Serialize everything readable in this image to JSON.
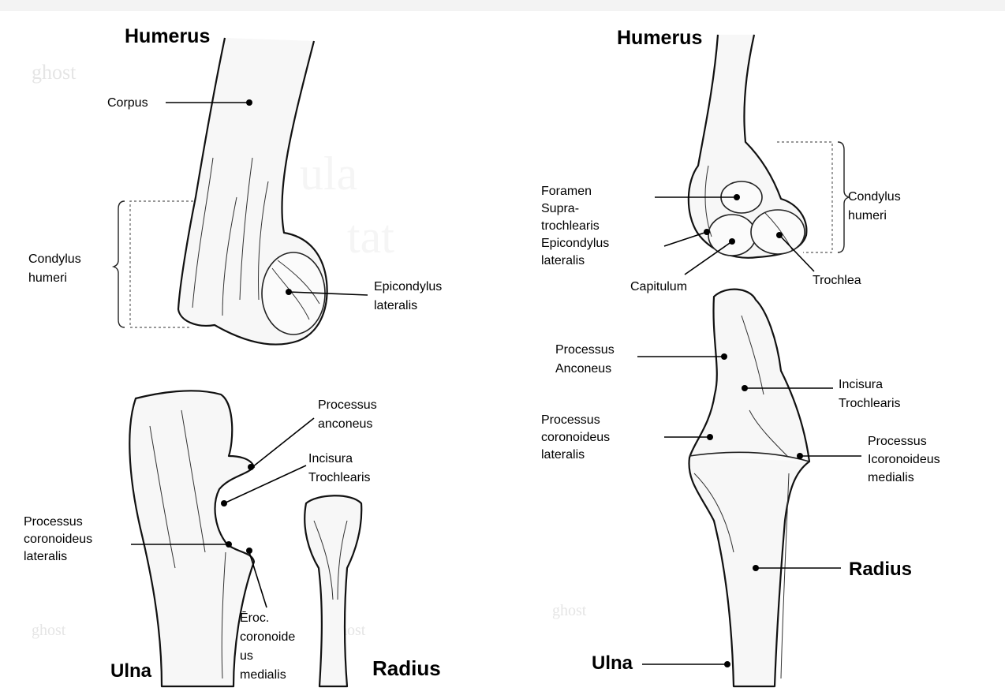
{
  "left": {
    "humerus_title": "Humerus",
    "ulna_title": "Ulna",
    "radius_title": "Radius",
    "labels": {
      "corpus": "Corpus",
      "condylus": [
        "Condylus",
        "humeri"
      ],
      "epicondylus": [
        "Epicondylus",
        "lateralis"
      ],
      "proc_anconeus": [
        "Processus",
        "anconeus"
      ],
      "incisura": [
        "Incisura",
        "Trochlearis"
      ],
      "proc_coron_lat": [
        "Processus",
        "coronoideus",
        "lateralis"
      ],
      "proc_coron_med": [
        "Ēroc.",
        "coronoide",
        "us",
        "medialis"
      ]
    }
  },
  "right": {
    "humerus_title": "Humerus",
    "ulna_title": "Ulna",
    "radius_title": "Radius",
    "labels": {
      "foramen": [
        "Foramen",
        "Supra-",
        "trochlearis",
        "Epicondylus",
        "lateralis"
      ],
      "condylus": [
        "Condylus",
        "humeri"
      ],
      "capitulum": "Capitulum",
      "trochlea": "Trochlea",
      "proc_anconeus": [
        "Processus",
        "Anconeus"
      ],
      "incisura": [
        "Incisura",
        "Trochlearis"
      ],
      "proc_coron_lat": [
        "Processus",
        "coronoideus",
        "lateralis"
      ],
      "proc_coron_med": [
        "Processus",
        "Icoronoideus",
        "medialis"
      ]
    }
  }
}
